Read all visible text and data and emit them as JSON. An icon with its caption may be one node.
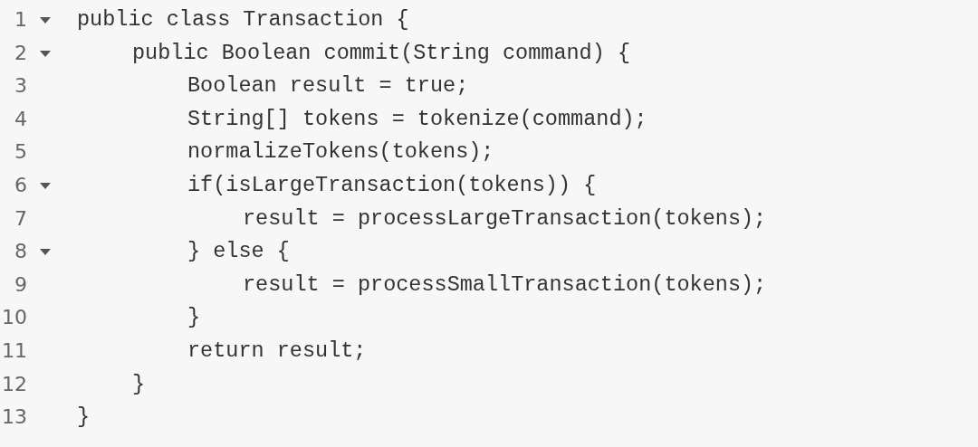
{
  "diagram": {
    "labels": [
      "1",
      "public class Transaction {",
      "2",
      "public Boolean commit(String command) {",
      "3",
      "Boolean result = true;",
      "4",
      "String[] tokens = tokenize(command);",
      "5",
      "normalizeTokens(tokens);",
      "6",
      "if(isLargeTransaction(tokens)) {",
      "7",
      "result = processLargeTransaction(tokens);",
      "8",
      "} else {",
      "9",
      "result = processSmallTransaction(tokens);",
      "10",
      "}",
      "11",
      "return result;",
      "12",
      "}",
      "13",
      "}"
    ]
  }
}
